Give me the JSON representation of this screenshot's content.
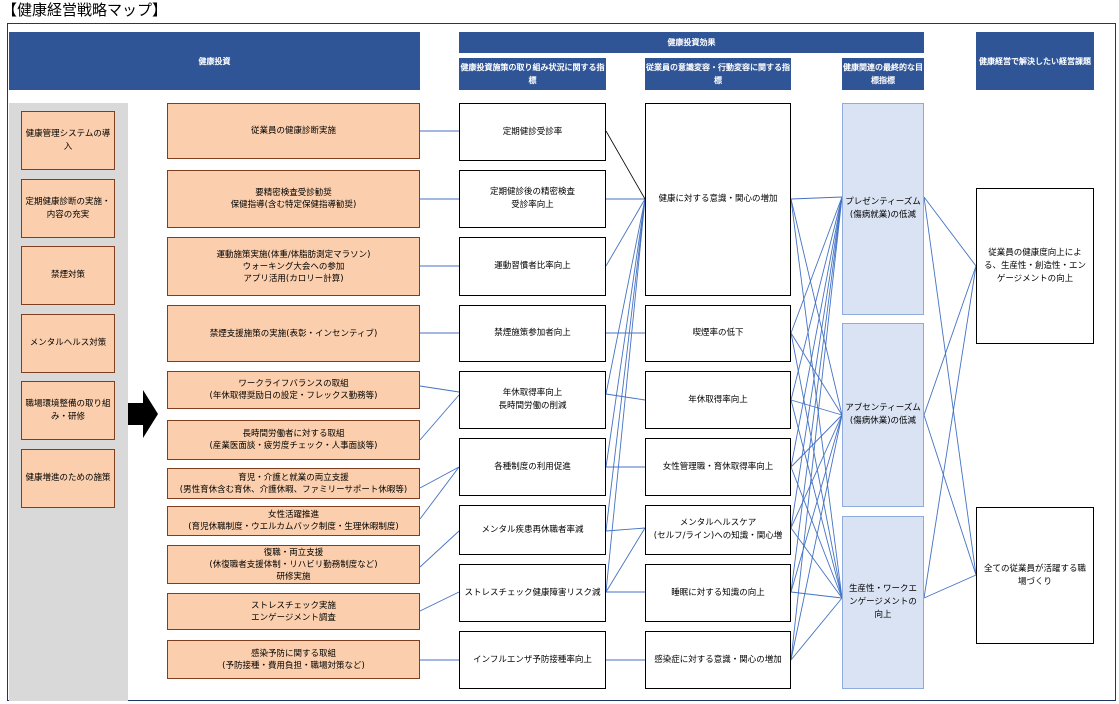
{
  "title": "【健康経営戦略マップ】",
  "headers": {
    "investment": "健康投資",
    "effect": "健康投資効果",
    "col_a": "健康投資施策の取り組み状況に関する指標",
    "col_b": "従業員の意識変容・行動変容に関する指標",
    "col_c": "健康関連の最終的な目標指標",
    "issues": "健康経営で解決したい経営課題"
  },
  "left_items": [
    "健康管理システムの導入",
    "定期健康診断の実施・内容の充実",
    "禁煙対策",
    "メンタルヘルス対策",
    "職場環境整備の取り組み・研修",
    "健康増進のための施策"
  ],
  "investments": [
    "従業員の健康診断実施",
    "要精密検査受診勧奨\n保健指導(含む特定保健指導勧奨)",
    "運動施策実施(体重/体脂肪測定マラソン)\nウォーキング大会への参加\nアプリ活用(カロリー計算)",
    "禁煙支援施策の実施(表彰・インセンティブ)",
    "ワークライフバランスの取組\n(年休取得奨励日の設定・フレックス勤務等)",
    "長時間労働者に対する取組\n(産業医面談・疲労度チェック・人事面談等)",
    "育児・介護と就業の両立支援\n(男性育休含む育休、介護休暇、ファミリーサポート休暇等)",
    "女性活躍推進\n(育児休職制度・ウエルカムバック制度・生理休暇制度)",
    "復職・両立支援\n(休復職者支援体制・リハビリ勤務制度など)\n研修実施",
    "ストレスチェック実施\nエンゲージメント調査",
    "感染予防に関する取組\n(予防接種・費用負担・職場対策など)"
  ],
  "indicators_a": [
    "定期健診受診率",
    "定期健診後の精密検査\n受診率向上",
    "運動習慣者比率向上",
    "禁煙施策参加者向上",
    "年休取得率向上\n長時間労働の削減",
    "各種制度の利用促進",
    "メンタル疾患再休職者率減",
    "ストレスチェック健康障害リスク減",
    "インフルエンザ予防接種率向上"
  ],
  "indicators_b": [
    "健康に対する意識・関心の増加",
    "喫煙率の低下",
    "年休取得率向上",
    "女性管理職・育休取得率向上",
    "メンタルヘルスケア\n(セルフ/ライン)への知識・関心増",
    "睡眠に対する知識の向上",
    "感染症に対する意識・関心の増加"
  ],
  "final_goals": [
    "プレゼンティーズム(傷病就業)の低減",
    "アブセンティーズム(傷病休業)の低減",
    "生産性・ワークエンゲージメントの向上"
  ],
  "issues": [
    "従業員の健康度向上による、生産性・創造性・エンゲージメントの向上",
    "全ての従業員が活躍する職場づくり"
  ],
  "colors": {
    "header": "#2f5597",
    "investment_fill": "#fbcfad",
    "goal_fill": "#dae3f3",
    "line": "#4472c4"
  }
}
